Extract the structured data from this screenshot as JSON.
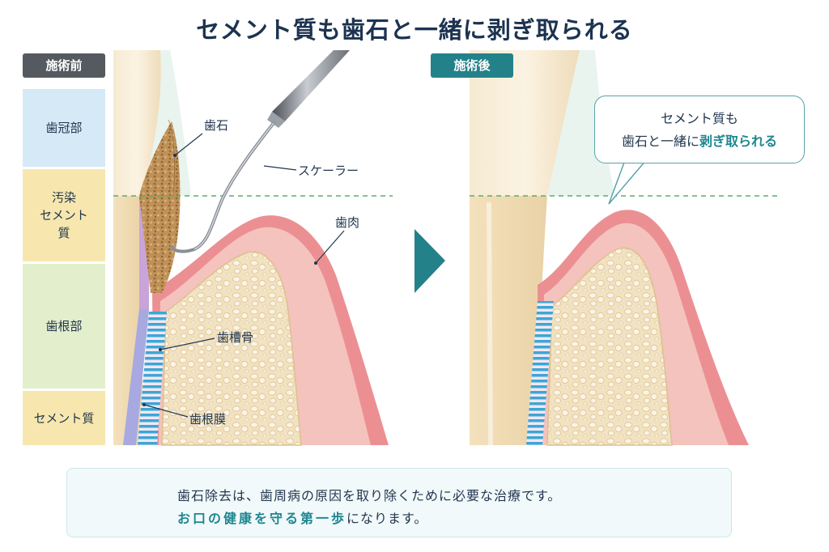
{
  "title": "セメント質も歯石と一緒に剥ぎ取られる",
  "tags": {
    "before": "施術前",
    "after": "施術後"
  },
  "side_labels": {
    "crown": "歯冠部",
    "contaminated_cementum": "汚染\nセメント\n質",
    "root": "歯根部",
    "cementum": "セメント質"
  },
  "annotations": {
    "calculus": "歯石",
    "scaler": "スケーラー",
    "gum": "歯肉",
    "alveolar_bone": "歯槽骨",
    "periodontal_ligament": "歯根膜"
  },
  "bubble": {
    "line1": "セメント質も",
    "line2_prefix": "歯石と一緒に",
    "line2_accent": "剥ぎ取られる"
  },
  "footer": {
    "line1": "歯石除去は、歯周病の原因を取り除くために必要な治療です。",
    "line2_accent": "お口の健康を守る第一歩",
    "line2_suffix": "になります。"
  },
  "colors": {
    "teal": "#23818a",
    "crown_band": "#d6e9f7",
    "contaminated_band": "#f7e7ae",
    "root_band": "#e3efcc",
    "cementum_band": "#f7e7ae",
    "gum": "#ec8f93",
    "bone": "#f0dfbd",
    "calculus": "#b98a55"
  },
  "icons": {
    "shield": "shield-tooth-icon",
    "sparkle": "sparkle-icon",
    "arrow": "play-arrow-icon"
  }
}
